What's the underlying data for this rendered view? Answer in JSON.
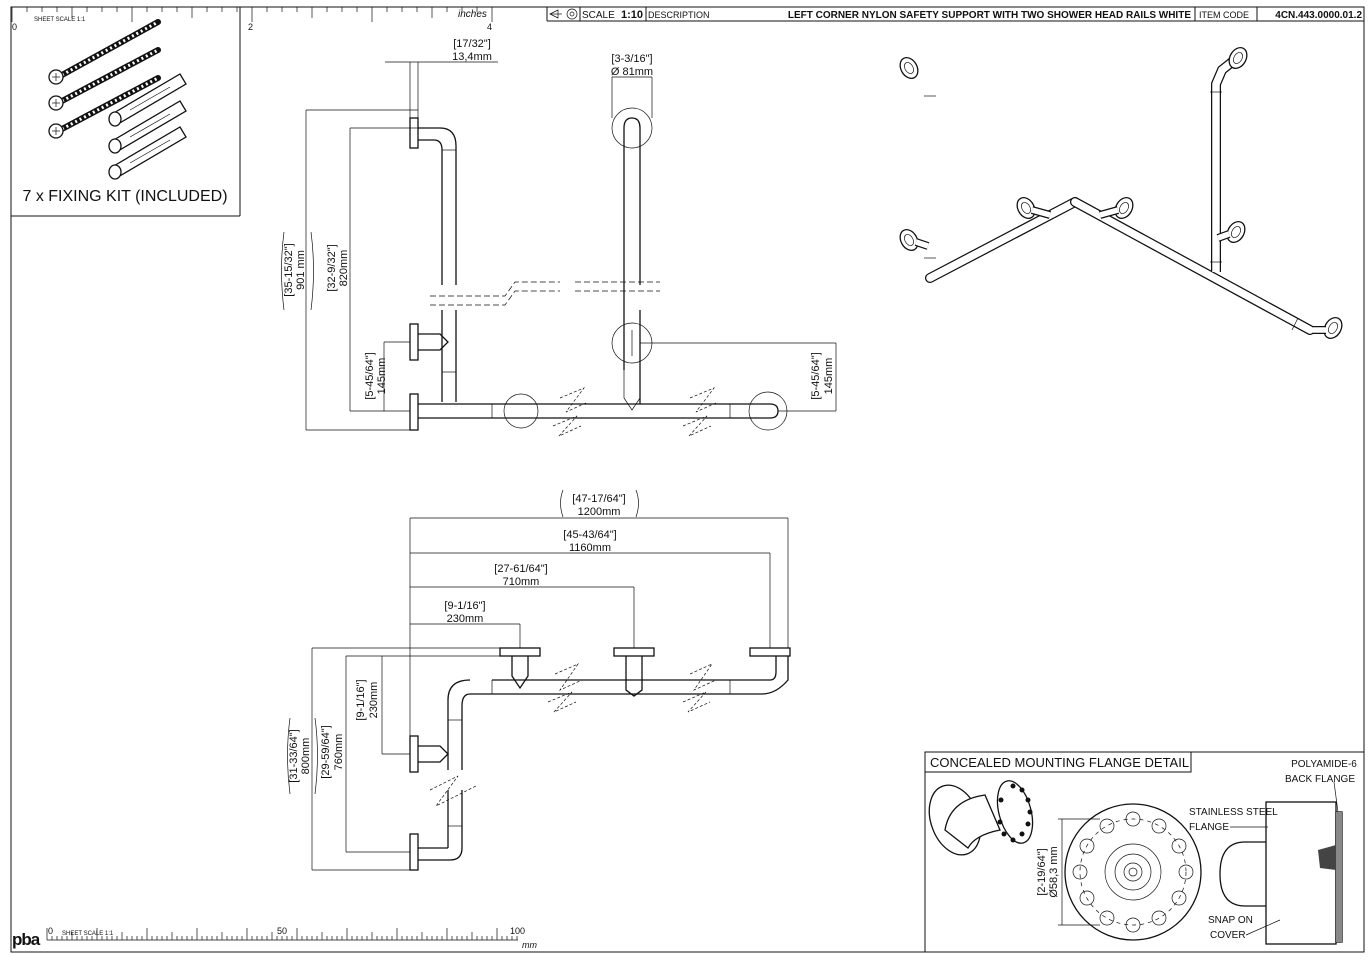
{
  "title_block": {
    "scale_label": "SCALE",
    "scale_value": "1:10",
    "description_label": "DESCRIPTION",
    "description": "LEFT CORNER NYLON SAFETY SUPPORT WITH TWO SHOWER HEAD RAILS WHITE",
    "item_code_label": "ITEM CODE",
    "item_code": "4CN.443.0000.01.2"
  },
  "ruler_top": {
    "sheet_scale": "SHEET SCALE 1:1",
    "unit": "inches",
    "labels": [
      "0",
      "2",
      "4"
    ]
  },
  "ruler_bottom": {
    "sheet_scale": "SHEET SCALE 1:1",
    "unit": "mm",
    "labels": [
      "0",
      "50",
      "100"
    ]
  },
  "fixing_kit": {
    "caption": "7 x FIXING KIT (INCLUDED)"
  },
  "front_view": {
    "dim_flange_depth": {
      "inch": "[17/32\"]",
      "mm": "13,4mm"
    },
    "dim_diameter": {
      "inch": "[3-3/16\"]",
      "mm": "Ø 81mm"
    },
    "dim_total_height": {
      "inch": "[35-15/32\"]",
      "mm": "901 mm"
    },
    "dim_rail_height": {
      "inch": "[32-9/32\"]",
      "mm": "820mm"
    },
    "dim_low_left": {
      "inch": "[5-45/64\"]",
      "mm": "145mm"
    },
    "dim_low_right": {
      "inch": "[5-45/64\"]",
      "mm": "145mm"
    }
  },
  "plan_view": {
    "dim_1200": {
      "inch": "[47-17/64\"]",
      "mm": "1200mm"
    },
    "dim_1160": {
      "inch": "[45-43/64\"]",
      "mm": "1160mm"
    },
    "dim_710": {
      "inch": "[27-61/64\"]",
      "mm": "710mm"
    },
    "dim_230": {
      "inch": "[9-1/16\"]",
      "mm": "230mm"
    },
    "dim_800": {
      "inch": "[31-33/64\"]",
      "mm": "800mm"
    },
    "dim_760": {
      "inch": "[29-59/64\"]",
      "mm": "760mm"
    },
    "dim_230v": {
      "inch": "[9-1/16\"]",
      "mm": "230mm"
    }
  },
  "flange_detail": {
    "title": "CONCEALED MOUNTING FLANGE DETAIL",
    "back_flange_1": "POLYAMIDE-6",
    "back_flange_2": "BACK FLANGE",
    "steel_flange_1": "STAINLESS STEEL",
    "steel_flange_2": "FLANGE",
    "snap_1": "SNAP ON",
    "snap_2": "COVER",
    "dim_inch": "[2-19/64\"]",
    "dim_mm": "Ø58,3 mm"
  },
  "brand": {
    "logo_text": "pba"
  }
}
